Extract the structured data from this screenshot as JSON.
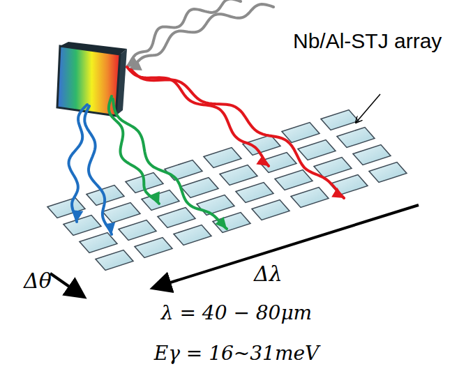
{
  "diagram": {
    "labels": [
      "Nb/Al-STJ array",
      "Δθ",
      "Δλ",
      "λ = 40 − 80μm",
      "Eγ = 16~31meV"
    ]
  }
}
